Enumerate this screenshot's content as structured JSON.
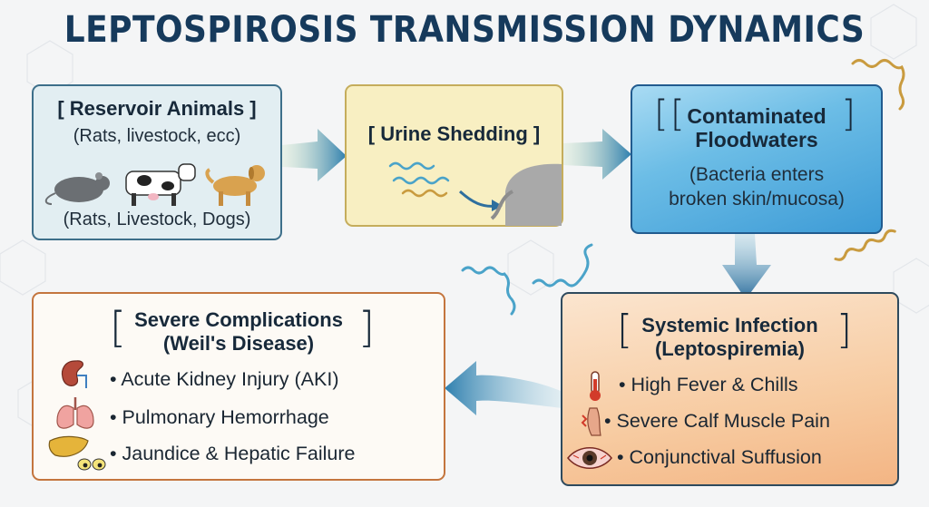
{
  "title": "LEPTOSPIROSIS TRANSMISSION DYNAMICS",
  "reservoir": {
    "heading": "[ Reservoir Animals ]",
    "subtitle": "(Rats, livestock, ecc)",
    "caption": "(Rats, Livestock, Dogs)"
  },
  "urine": {
    "heading": "[ Urine Shedding ]"
  },
  "flood": {
    "heading_line1": "Contaminated",
    "heading_line2": "Floodwaters",
    "desc_line1": "(Bacteria enters",
    "desc_line2": "broken skin/mucosa)"
  },
  "systemic": {
    "heading_line1": "Systemic Infection",
    "heading_line2": "(Leptospiremia)",
    "bullets": [
      "• High Fever & Chills",
      "• Severe Calf Muscle Pain",
      "• Conjunctival Suffusion"
    ]
  },
  "severe": {
    "heading_line1": "Severe Complications",
    "heading_line2": "(Weil's Disease)",
    "bullets": [
      "• Acute Kidney Injury (AKI)",
      "• Pulmonary Hemorrhage",
      "• Jaundice & Hepatic Failure"
    ]
  },
  "colors": {
    "title": "#163a5c",
    "arrow": "#2f7fae",
    "bacteria_blue": "#4aa3c9",
    "bacteria_gold": "#c99b3f"
  }
}
